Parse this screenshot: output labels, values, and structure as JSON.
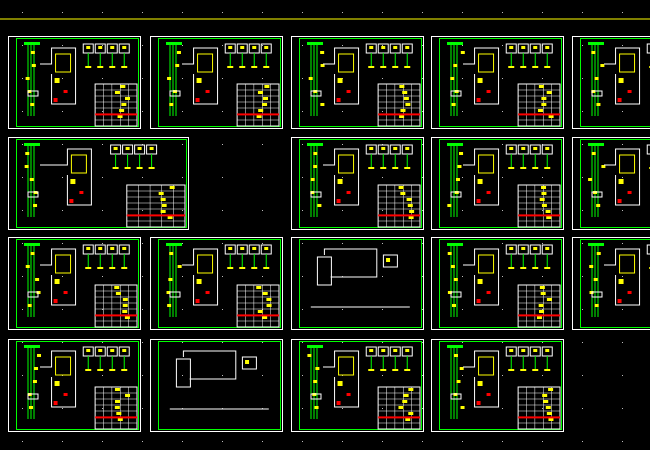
{
  "colors": {
    "background": "#000000",
    "frame": "#ffffff",
    "border": "#00ff00",
    "wire": "#ffffff",
    "component": "#ffff00",
    "accent": "#ff0000",
    "bus": "#00ff00",
    "guide": "#ffff00"
  },
  "sheets": [
    {
      "kind": "full"
    },
    {
      "kind": "full"
    },
    {
      "kind": "full"
    },
    {
      "kind": "full"
    },
    {
      "kind": "full"
    },
    {
      "kind": "wide"
    },
    {
      "kind": "full"
    },
    {
      "kind": "full"
    },
    {
      "kind": "full"
    },
    {
      "kind": "full"
    },
    {
      "kind": "full"
    },
    {
      "kind": "sparse"
    },
    {
      "kind": "full"
    },
    {
      "kind": "full"
    },
    {
      "kind": "full"
    },
    {
      "kind": "sparse"
    },
    {
      "kind": "full"
    },
    {
      "kind": "full"
    }
  ]
}
